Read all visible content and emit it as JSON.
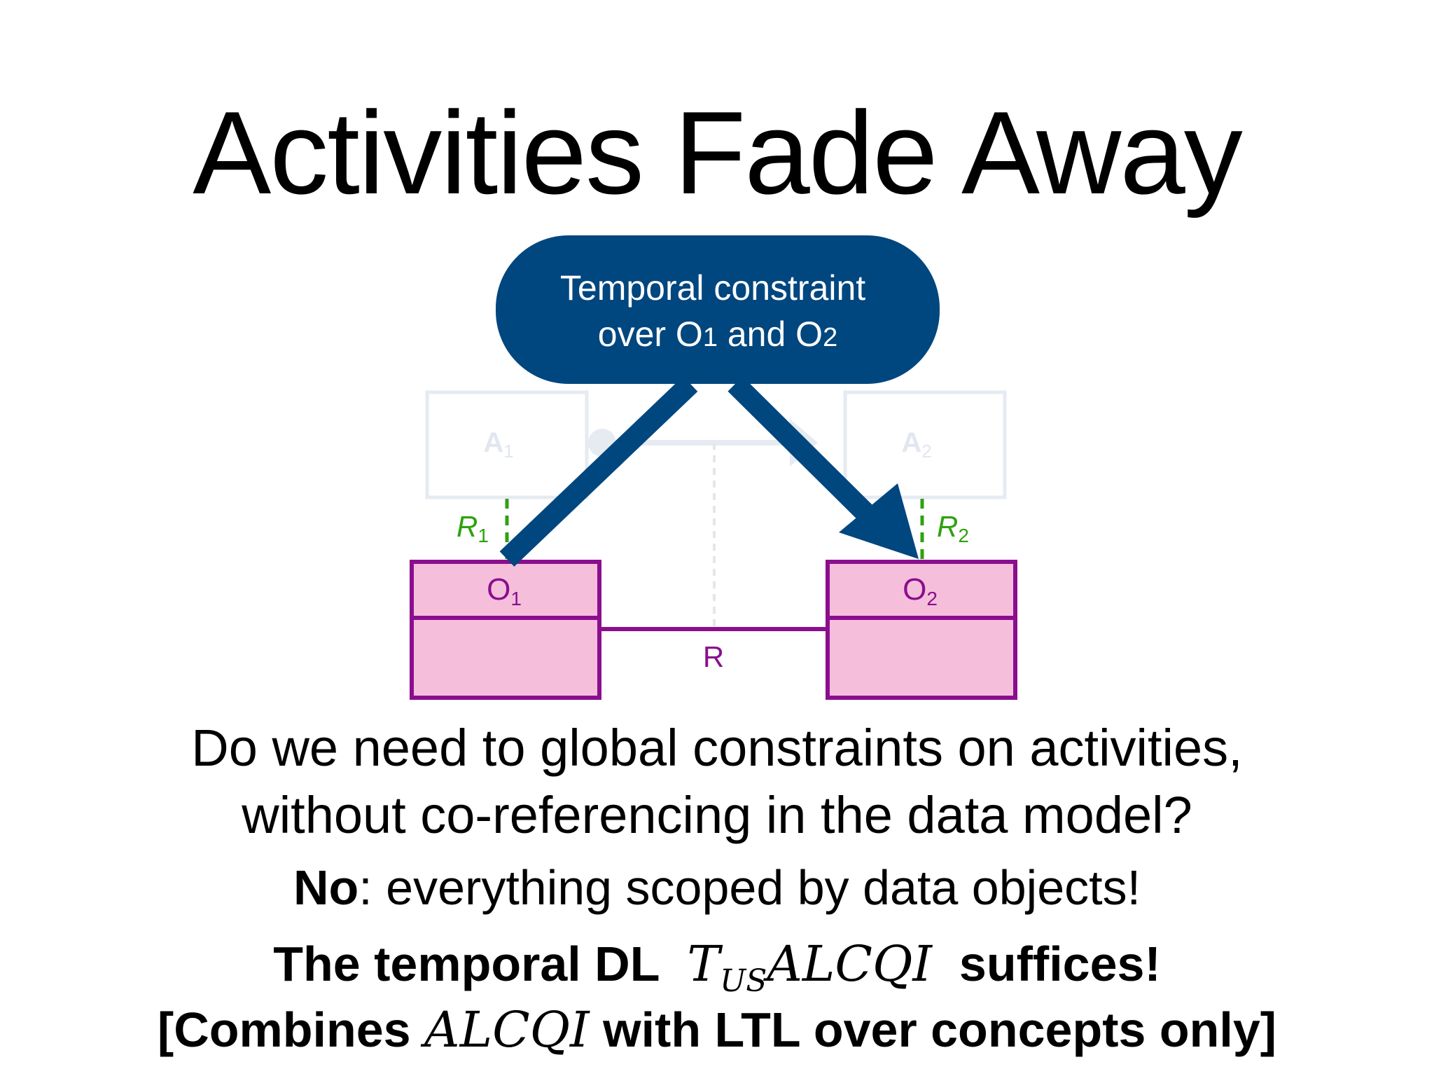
{
  "title": "Activities Fade Away",
  "diagram": {
    "callout": {
      "line1": "Temporal constraint",
      "line2_prefix": "over O",
      "sub1": "1",
      "line2_mid": " and O",
      "sub2": "2"
    },
    "activities": [
      {
        "label": "A",
        "sub": "1"
      },
      {
        "label": "A",
        "sub": "2"
      }
    ],
    "roles": [
      {
        "label": "R",
        "sub": "1"
      },
      {
        "label": "R",
        "sub": "2"
      }
    ],
    "objects": [
      {
        "label": "O",
        "sub": "1"
      },
      {
        "label": "O",
        "sub": "2"
      }
    ],
    "relation": "R",
    "colors": {
      "callout": "#00467f",
      "object_fill": "#f5bfdc",
      "object_border": "#8b0e8e",
      "role_green": "#2ea10f",
      "faded": "#e6ebf2"
    }
  },
  "question": {
    "line1": "Do we need to global constraints on activities,",
    "line2": "without co-referencing in the data model?"
  },
  "answer": {
    "bold": "No",
    "rest": ": everything scoped by data objects!"
  },
  "dl_line": {
    "prefix": "The temporal DL",
    "logic_T": "T",
    "logic_sub": "US",
    "logic_name": "ALCQI",
    "suffix": "suffices!"
  },
  "combines_line": {
    "prefix": "[Combines",
    "logic_name": "ALCQI",
    "suffix": "with LTL over concepts only]"
  }
}
